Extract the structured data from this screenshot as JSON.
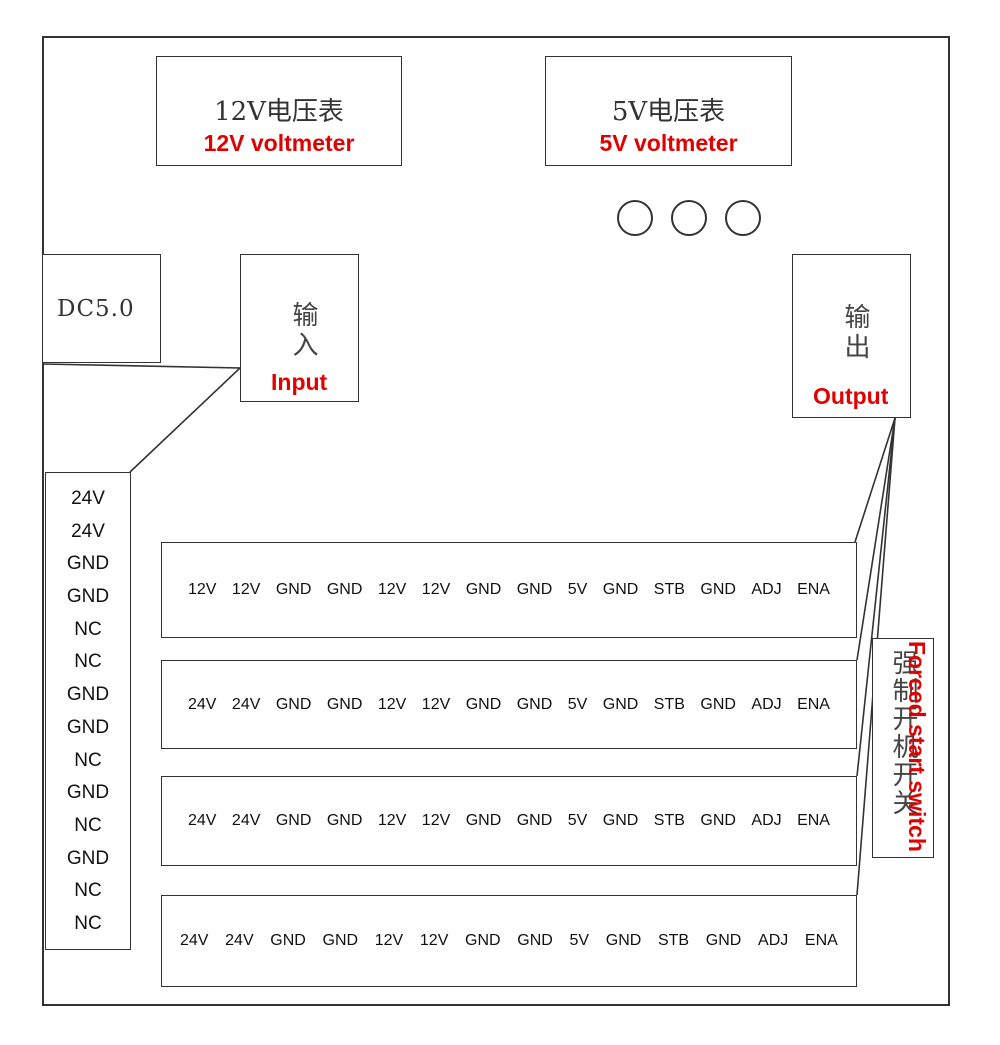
{
  "meters": [
    {
      "cn": "12V电压表",
      "en": "12V voltmeter"
    },
    {
      "cn": "5V电压表",
      "en": "5V voltmeter"
    }
  ],
  "indicators": [
    "indicator-light",
    "indicator-light",
    "indicator-light"
  ],
  "dc_label": "DC5.0",
  "input": {
    "cn": "输入",
    "en": "Input"
  },
  "output": {
    "cn": "输出",
    "en": "Output"
  },
  "left_connector": [
    "24V",
    "24V",
    "GND",
    "GND",
    "NC",
    "NC",
    "GND",
    "GND",
    "NC",
    "GND",
    "NC",
    "GND",
    "NC",
    "NC"
  ],
  "connectors": [
    [
      "12V",
      "12V",
      "GND",
      "GND",
      "12V",
      "12V",
      "GND",
      "GND",
      "5V",
      "GND",
      "STB",
      "GND",
      "ADJ",
      "ENA"
    ],
    [
      "24V",
      "24V",
      "GND",
      "GND",
      "12V",
      "12V",
      "GND",
      "GND",
      "5V",
      "GND",
      "STB",
      "GND",
      "ADJ",
      "ENA"
    ],
    [
      "24V",
      "24V",
      "GND",
      "GND",
      "12V",
      "12V",
      "GND",
      "GND",
      "5V",
      "GND",
      "STB",
      "GND",
      "ADJ",
      "ENA"
    ],
    [
      "24V",
      "24V",
      "GND",
      "GND",
      "12V",
      "12V",
      "GND",
      "GND",
      "5V",
      "GND",
      "STB",
      "GND",
      "ADJ",
      "ENA"
    ]
  ],
  "switch": {
    "cn": "强制开机开关",
    "en": "Forced start switch"
  },
  "colors": {
    "annotation": "#e00000",
    "line": "#333333"
  }
}
